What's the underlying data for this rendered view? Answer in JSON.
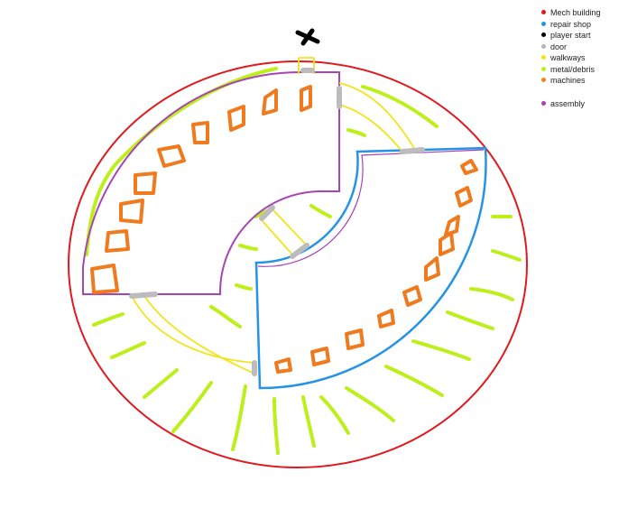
{
  "legend": [
    {
      "label": "Mech building",
      "color": "#e8141c"
    },
    {
      "label": "repair  shop",
      "color": "#1e96e6"
    },
    {
      "label": "player start",
      "color": "#000000"
    },
    {
      "label": "door",
      "color": "#b4b4b4"
    },
    {
      "label": "walkways",
      "color": "#f5e614"
    },
    {
      "label": "metal/debris",
      "color": "#b9f514"
    },
    {
      "label": "machines",
      "color": "#f5821e"
    },
    {
      "label": "assembly",
      "color": "#b43cb4"
    }
  ],
  "colors": {
    "mech_building": "#e01a1f",
    "repair_shop": "#2593e6",
    "player_start": "#000000",
    "door": "#bcbcbc",
    "walkways": "#f2e418",
    "metal_debris": "#bdf01a",
    "machines": "#f07a1e",
    "assembly": "#a845b4"
  }
}
